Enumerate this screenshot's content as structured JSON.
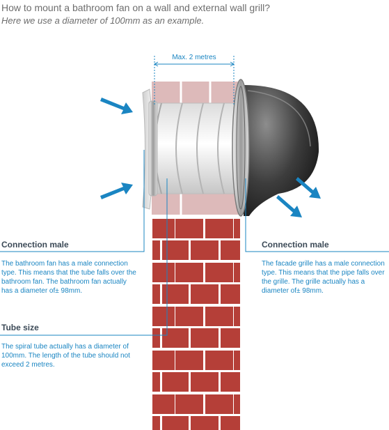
{
  "title": "How to mount a bathroom fan on a wall and external wall grill?",
  "subtitle": "Here we use a diameter of 100mm as an example.",
  "dimension_label": "Max. 2 metres",
  "callouts": {
    "fan": {
      "heading": "Connection male",
      "text": "The bathroom fan has a male connection type. This means that the tube falls over the bathroom fan. The bathroom fan actually has a diameter of± 98mm."
    },
    "tube": {
      "heading": "Tube size",
      "text": "The spiral tube actually has a diameter of 100mm. The length of the tube should not exceed 2 metres."
    },
    "grille": {
      "heading": "Connection male",
      "text": "The facade grille has a male connection type. This means that the pipe falls over the grille. The grille actually has a diameter of± 98mm."
    }
  },
  "colors": {
    "brick": "#b53f38",
    "mortar": "#ffffff",
    "accent": "#1a85c2",
    "heading": "#3c4a57"
  }
}
